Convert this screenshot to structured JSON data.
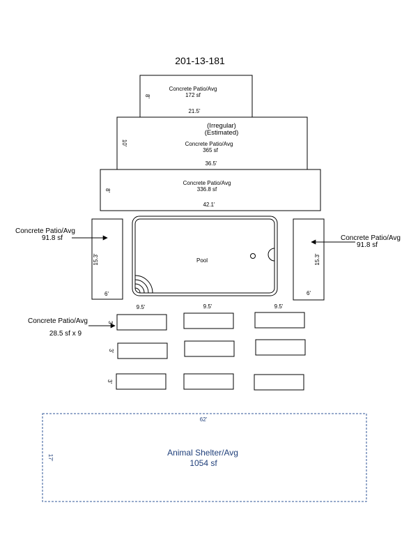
{
  "title": "201-13-181",
  "patio_top": {
    "name": "Concrete Patio/Avg",
    "area": "172 sf",
    "width": "21.5'",
    "depth": "8'"
  },
  "patio_mid": {
    "note1": "(Irregular)",
    "note2": "(Estimated)",
    "name": "Concrete Patio/Avg",
    "area": "365 sf",
    "width": "36.5'",
    "depth": "10'"
  },
  "patio_low": {
    "name": "Concrete Patio/Avg",
    "area": "336.8 sf",
    "width": "42.1'",
    "depth": "8'"
  },
  "patio_left": {
    "name": "Concrete Patio/Avg",
    "area": "91.8 sf",
    "length": "15.3'",
    "width": "6'"
  },
  "patio_right": {
    "name": "Concrete Patio/Avg",
    "area": "91.8 sf",
    "length": "15.3'",
    "width": "6'"
  },
  "pool": {
    "label": "Pool"
  },
  "small_pads": {
    "name": "Concrete Patio/Avg",
    "area": "28.5 sf x 9",
    "width": "9.5'",
    "depth": "3'"
  },
  "shelter": {
    "name": "Animal Shelter/Avg",
    "area": "1054 sf",
    "width": "62'",
    "depth": "17'"
  },
  "colors": {
    "line": "#000000",
    "shelter_border": "#2f5597",
    "shelter_text": "#1f3f7a"
  }
}
